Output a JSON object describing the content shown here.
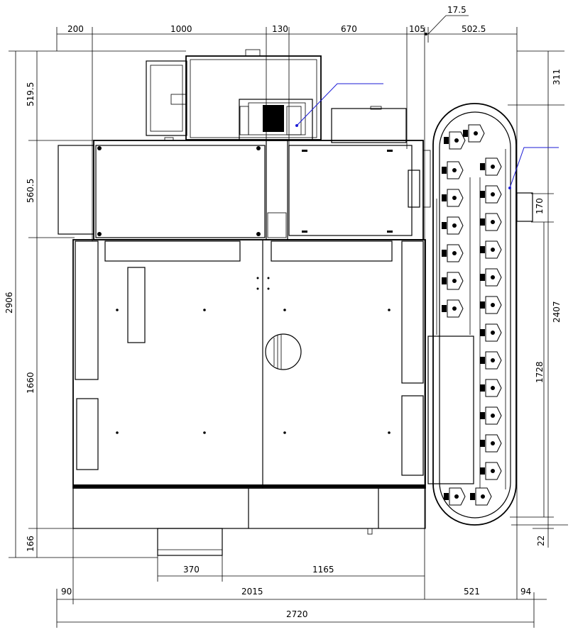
{
  "drawing": {
    "colors": {
      "line": "#000000",
      "leader": "#1b1bd6",
      "background": "#ffffff"
    },
    "dims_top": [
      "200",
      "1000",
      "130",
      "670",
      "105",
      "17.5",
      "502.5"
    ],
    "dims_left": [
      "519.5",
      "560.5",
      "1660",
      "166",
      "2906"
    ],
    "dims_right": [
      "311",
      "170",
      "2407",
      "1728",
      "22"
    ],
    "dims_bottom_row1": [
      "370",
      "1165"
    ],
    "dims_bottom_row2": [
      "90",
      "2015",
      "521",
      "94"
    ],
    "dims_bottom_total": "2720"
  }
}
